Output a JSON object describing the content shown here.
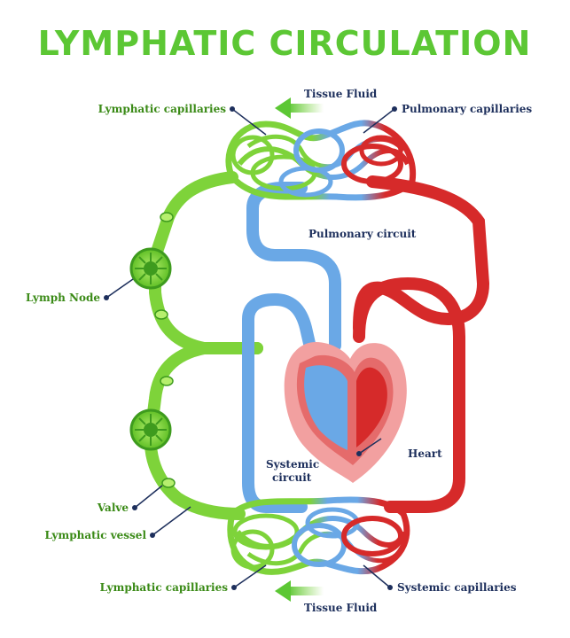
{
  "title": "LYMPHATIC CIRCULATION",
  "colors": {
    "title": "#5cc734",
    "lymph": "#7ed33a",
    "lymph_dark": "#3e9b1e",
    "venous": "#6aa8e6",
    "arterial": "#d62a2a",
    "heart": "#e56b6b",
    "label_green": "#3a8a16",
    "label_navy": "#1d2f5c"
  },
  "labels": {
    "tissue_fluid_top": "Tissue Fluid",
    "lymphatic_capillaries_top": "Lymphatic capillaries",
    "pulmonary_capillaries": "Pulmonary capillaries",
    "pulmonary_circuit": "Pulmonary circuit",
    "lymph_node": "Lymph Node",
    "heart": "Heart",
    "systemic_circuit_1": "Systemic",
    "systemic_circuit_2": "circuit",
    "valve": "Valve",
    "lymphatic_vessel": "Lymphatic vessel",
    "lymphatic_capillaries_bottom": "Lymphatic capillaries",
    "systemic_capillaries": "Systemic capillaries",
    "tissue_fluid_bottom": "Tissue Fluid"
  }
}
